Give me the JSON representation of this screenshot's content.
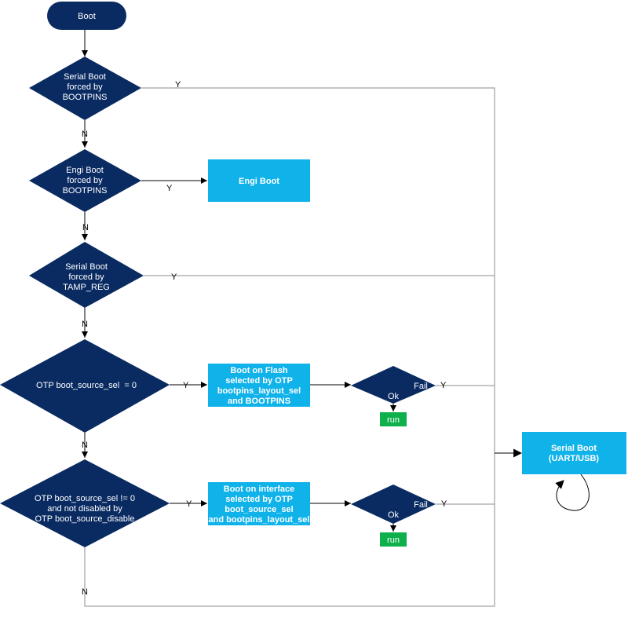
{
  "colors": {
    "decision_fill": "#0a2b62",
    "process_fill": "#10b2ea",
    "run_fill": "#0db04b",
    "connector": "#8c8c8c",
    "text_light": "#ffffff",
    "text_dark": "#000000"
  },
  "nodes": {
    "boot": [
      "Boot"
    ],
    "d_serial_bootpins": [
      "Serial Boot",
      "forced by",
      "BOOTPINS"
    ],
    "d_engi_bootpins": [
      "Engi Boot",
      "forced by",
      "BOOTPINS"
    ],
    "p_engi_boot": [
      "Engi Boot"
    ],
    "d_serial_tamp": [
      "Serial Boot",
      "forced by",
      "TAMP_REG"
    ],
    "d_otp_zero": [
      "OTP boot_source_sel  = 0"
    ],
    "p_boot_flash": [
      "Boot on Flash",
      "selected by OTP",
      "bootpins_layout_sel",
      "and BOOTPINS"
    ],
    "d_check1": {
      "fail": "Fail",
      "ok": "Ok"
    },
    "run1": [
      "run"
    ],
    "d_otp_nonzero": [
      "OTP boot_source_sel != 0",
      "and not disabled by",
      "OTP boot_source_disable"
    ],
    "p_boot_interface": [
      "Boot on interface",
      "selected by OTP",
      "boot_source_sel",
      "and bootpins_layout_sel"
    ],
    "d_check2": {
      "fail": "Fail",
      "ok": "Ok"
    },
    "run2": [
      "run"
    ],
    "p_serial_boot": [
      "Serial Boot",
      "(UART/USB)"
    ]
  },
  "edge_labels": {
    "serial_bootpins_yes": "Y",
    "serial_bootpins_no": "N",
    "engi_yes": "Y",
    "engi_no": "N",
    "tamp_yes": "Y",
    "tamp_no": "N",
    "otp_zero_yes": "Y",
    "otp_zero_no": "N",
    "check1_yes": "Y",
    "otp_nonzero_yes": "Y",
    "otp_nonzero_no": "N",
    "check2_yes": "Y"
  }
}
